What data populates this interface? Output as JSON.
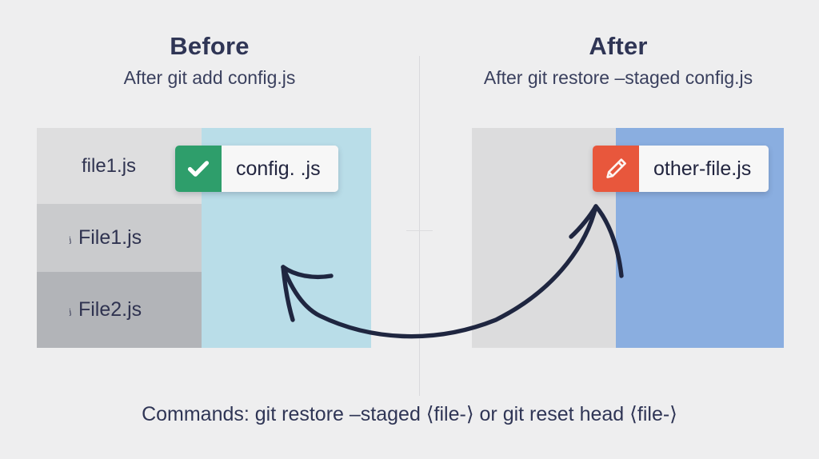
{
  "background_color": "#eeeeef",
  "columns": {
    "before": {
      "title": "Before",
      "subtitle": "After git add config.js",
      "staged_area_color": "#b9dde8",
      "rows": [
        {
          "caret": "",
          "label": "file1.js",
          "color": "#dededf"
        },
        {
          "caret": "ⱼ",
          "label": "File1.js",
          "color": "#cacbcd"
        },
        {
          "caret": "ⱼ",
          "label": "File2.js",
          "color": "#b2b4b8"
        }
      ],
      "chip": {
        "icon": "check-icon",
        "icon_color": "#2e9e6b",
        "label": "config. .js"
      }
    },
    "after": {
      "title": "After",
      "subtitle": "After git restore –staged config.js",
      "working_area_color": "#dcdcdd",
      "staged_area_color": "#8aaee0",
      "chip": {
        "icon": "pencil-icon",
        "icon_color": "#e8573c",
        "label": "other-file.js"
      }
    }
  },
  "arrow": {
    "color": "#1f2640",
    "description": "curved-hand-drawn-double-headed-arrow"
  },
  "footer": {
    "caption": "Commands: git restore –staged ⟨file-⟩ or git reset head ⟨file-⟩"
  }
}
